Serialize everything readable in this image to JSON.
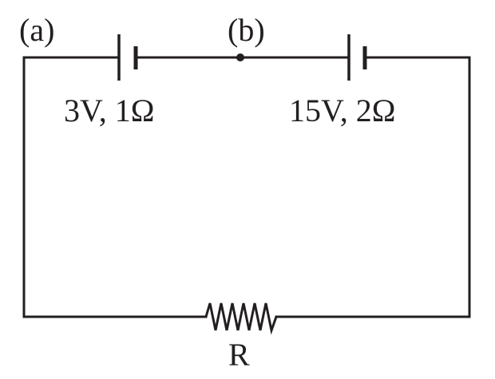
{
  "diagram": {
    "point_a_label": "(a)",
    "point_b_label": "(b)",
    "battery_1_label": "3V, 1Ω",
    "battery_2_label": "15V, 2Ω",
    "resistor_label": "R"
  },
  "colors": {
    "ink": "#231f20",
    "background": "#ffffff"
  }
}
